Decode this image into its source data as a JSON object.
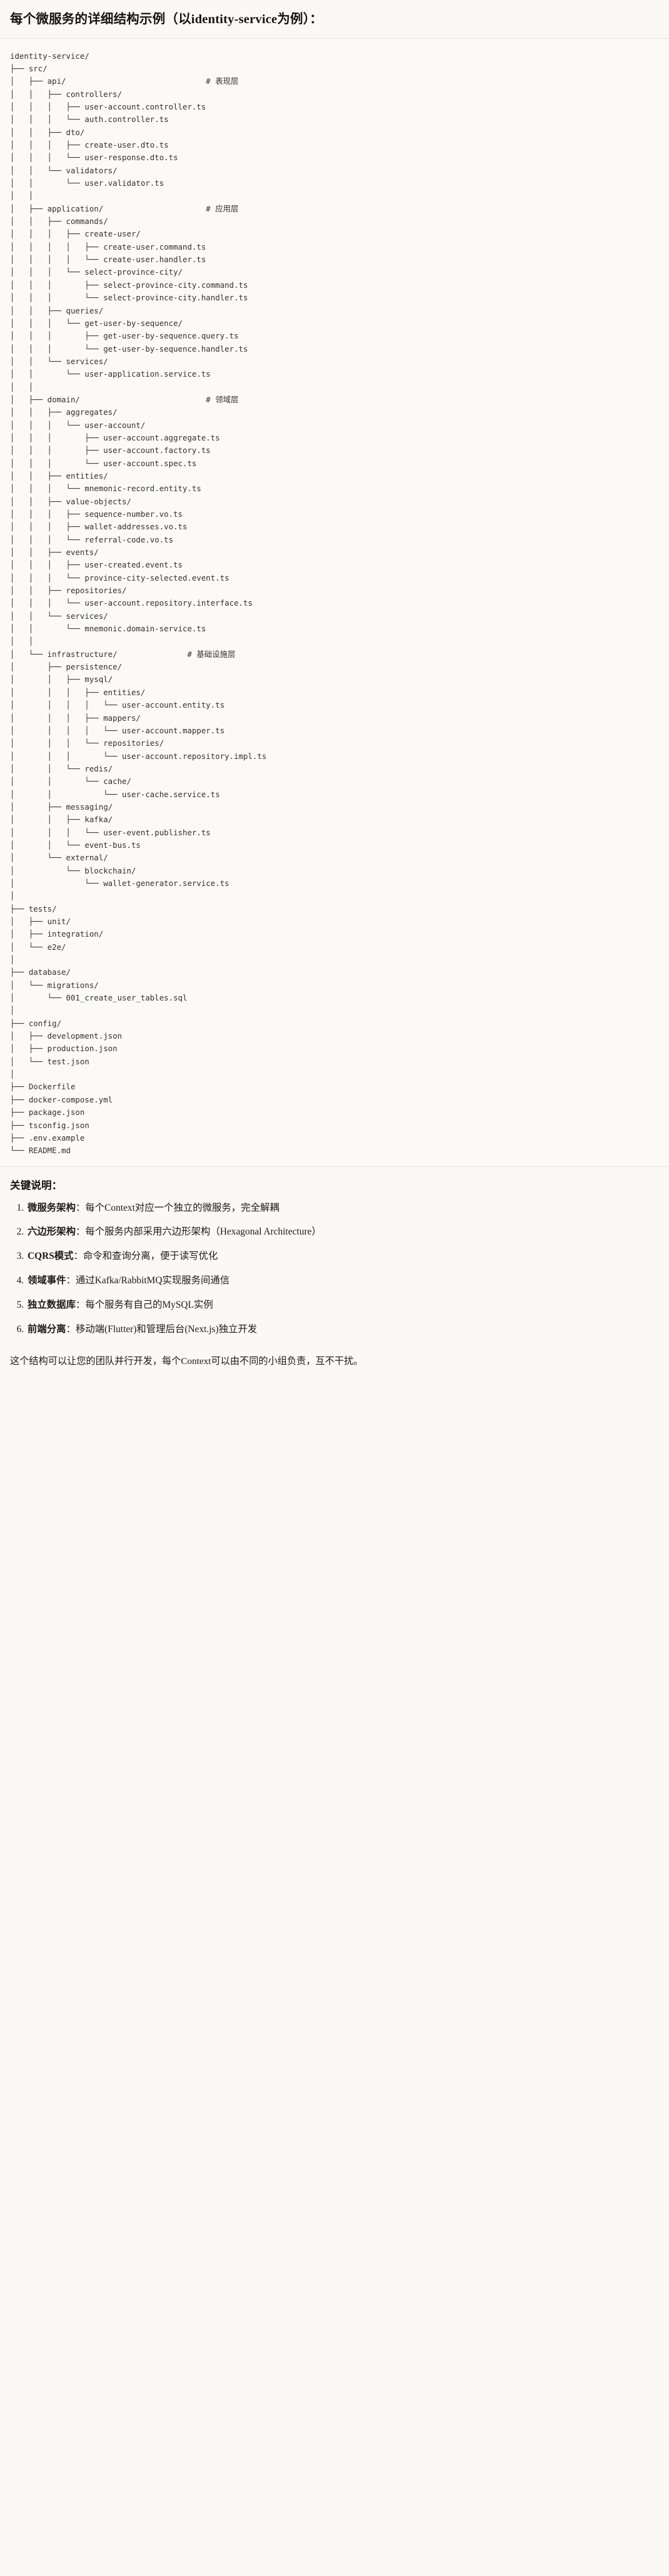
{
  "document": {
    "title": "每个微服务的详细结构示例（以identity-service为例）：",
    "closing_note": "这个结构可以让您的团队并行开发，每个Context可以由不同的小组负责，互不干扰。"
  },
  "code_block": {
    "language": "text",
    "root": "identity-service/",
    "comments": {
      "api": "# 表现层",
      "application": "# 应用层",
      "domain": "# 领域层",
      "infrastructure": "# 基础设施层"
    },
    "tree_text": "identity-service/\n├── src/\n│   ├── api/                              # 表现层\n│   │   ├── controllers/\n│   │   │   ├── user-account.controller.ts\n│   │   │   └── auth.controller.ts\n│   │   ├── dto/\n│   │   │   ├── create-user.dto.ts\n│   │   │   └── user-response.dto.ts\n│   │   └── validators/\n│   │       └── user.validator.ts\n│   │\n│   ├── application/                      # 应用层\n│   │   ├── commands/\n│   │   │   ├── create-user/\n│   │   │   │   ├── create-user.command.ts\n│   │   │   │   └── create-user.handler.ts\n│   │   │   └── select-province-city/\n│   │   │       ├── select-province-city.command.ts\n│   │   │       └── select-province-city.handler.ts\n│   │   ├── queries/\n│   │   │   └── get-user-by-sequence/\n│   │   │       ├── get-user-by-sequence.query.ts\n│   │   │       └── get-user-by-sequence.handler.ts\n│   │   └── services/\n│   │       └── user-application.service.ts\n│   │\n│   ├── domain/                           # 领域层\n│   │   ├── aggregates/\n│   │   │   └── user-account/\n│   │   │       ├── user-account.aggregate.ts\n│   │   │       ├── user-account.factory.ts\n│   │   │       └── user-account.spec.ts\n│   │   ├── entities/\n│   │   │   └── mnemonic-record.entity.ts\n│   │   ├── value-objects/\n│   │   │   ├── sequence-number.vo.ts\n│   │   │   ├── wallet-addresses.vo.ts\n│   │   │   └── referral-code.vo.ts\n│   │   ├── events/\n│   │   │   ├── user-created.event.ts\n│   │   │   └── province-city-selected.event.ts\n│   │   ├── repositories/\n│   │   │   └── user-account.repository.interface.ts\n│   │   └── services/\n│   │       └── mnemonic.domain-service.ts\n│   │\n│   └── infrastructure/               # 基础设施层\n│       ├── persistence/\n│       │   ├── mysql/\n│       │   │   ├── entities/\n│       │   │   │   └── user-account.entity.ts\n│       │   │   ├── mappers/\n│       │   │   │   └── user-account.mapper.ts\n│       │   │   └── repositories/\n│       │   │       └── user-account.repository.impl.ts\n│       │   └── redis/\n│       │       └── cache/\n│       │           └── user-cache.service.ts\n│       ├── messaging/\n│       │   ├── kafka/\n│       │   │   └── user-event.publisher.ts\n│       │   └── event-bus.ts\n│       └── external/\n│           └── blockchain/\n│               └── wallet-generator.service.ts\n│\n├── tests/\n│   ├── unit/\n│   ├── integration/\n│   └── e2e/\n│\n├── database/\n│   └── migrations/\n│       └── 001_create_user_tables.sql\n│\n├── config/\n│   ├── development.json\n│   ├── production.json\n│   └── test.json\n│\n├── Dockerfile\n├── docker-compose.yml\n├── package.json\n├── tsconfig.json\n├── .env.example\n└── README.md"
  },
  "key_notes": {
    "heading": "关键说明：",
    "items": [
      {
        "term": "微服务架构",
        "body": "：每个Context对应一个独立的微服务，完全解耦"
      },
      {
        "term": "六边形架构",
        "body": "：每个服务内部采用六边形架构（Hexagonal Architecture）"
      },
      {
        "term": "CQRS模式",
        "body": "：命令和查询分离，便于读写优化"
      },
      {
        "term": "领域事件",
        "body": "：通过Kafka/RabbitMQ实现服务间通信"
      },
      {
        "term": "独立数据库",
        "body": "：每个服务有自己的MySQL实例"
      },
      {
        "term": "前端分离",
        "body": "：移动端(Flutter)和管理后台(Next.js)独立开发"
      }
    ]
  },
  "colors": {
    "page_background": "#faf9f5",
    "code_background": "#fbfaf7",
    "text": "#1a1a18",
    "code_text": "#31312c",
    "rule": "#e6e3da"
  }
}
